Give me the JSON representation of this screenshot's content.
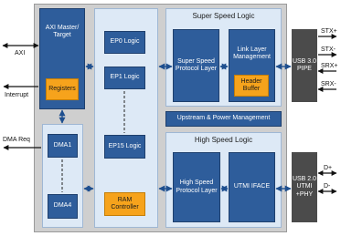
{
  "external": {
    "axi": "AXI",
    "interrupt": "Interrupt",
    "dma_req": "DMA Req"
  },
  "axi_block": {
    "label": "AXI Master/ Target",
    "registers": "Registers"
  },
  "dma": {
    "first": "DMA1",
    "last": "DMA4"
  },
  "endpoints": {
    "ep0": "EP0 Logic",
    "ep1": "EP1 Logic",
    "ep15": "EP15 Logic",
    "ram": "RAM Controller"
  },
  "super_speed": {
    "title": "Super Speed Logic",
    "protocol": "Super Speed Protocol Layer",
    "link": "Link Layer Management",
    "header": "Header Buffer"
  },
  "upm": "Upstream & Power Management",
  "high_speed": {
    "title": "High Speed Logic",
    "protocol": "High Speed Protocol Layer",
    "utmi": "UTMI IFACE"
  },
  "usb30": {
    "label": "USB 3.0 PIPE",
    "signals": [
      "STX+",
      "STX-",
      "SRX+",
      "SRX-"
    ]
  },
  "usb20": {
    "label": "USB 2.0 UTMI +PHY",
    "signals": [
      "D+",
      "D-"
    ]
  },
  "colors": {
    "block": "#2e5d9b",
    "highlight": "#f6a31c",
    "phy": "#4b4b4b",
    "panel": "#dde9f6",
    "background": "#cfcfcf"
  }
}
